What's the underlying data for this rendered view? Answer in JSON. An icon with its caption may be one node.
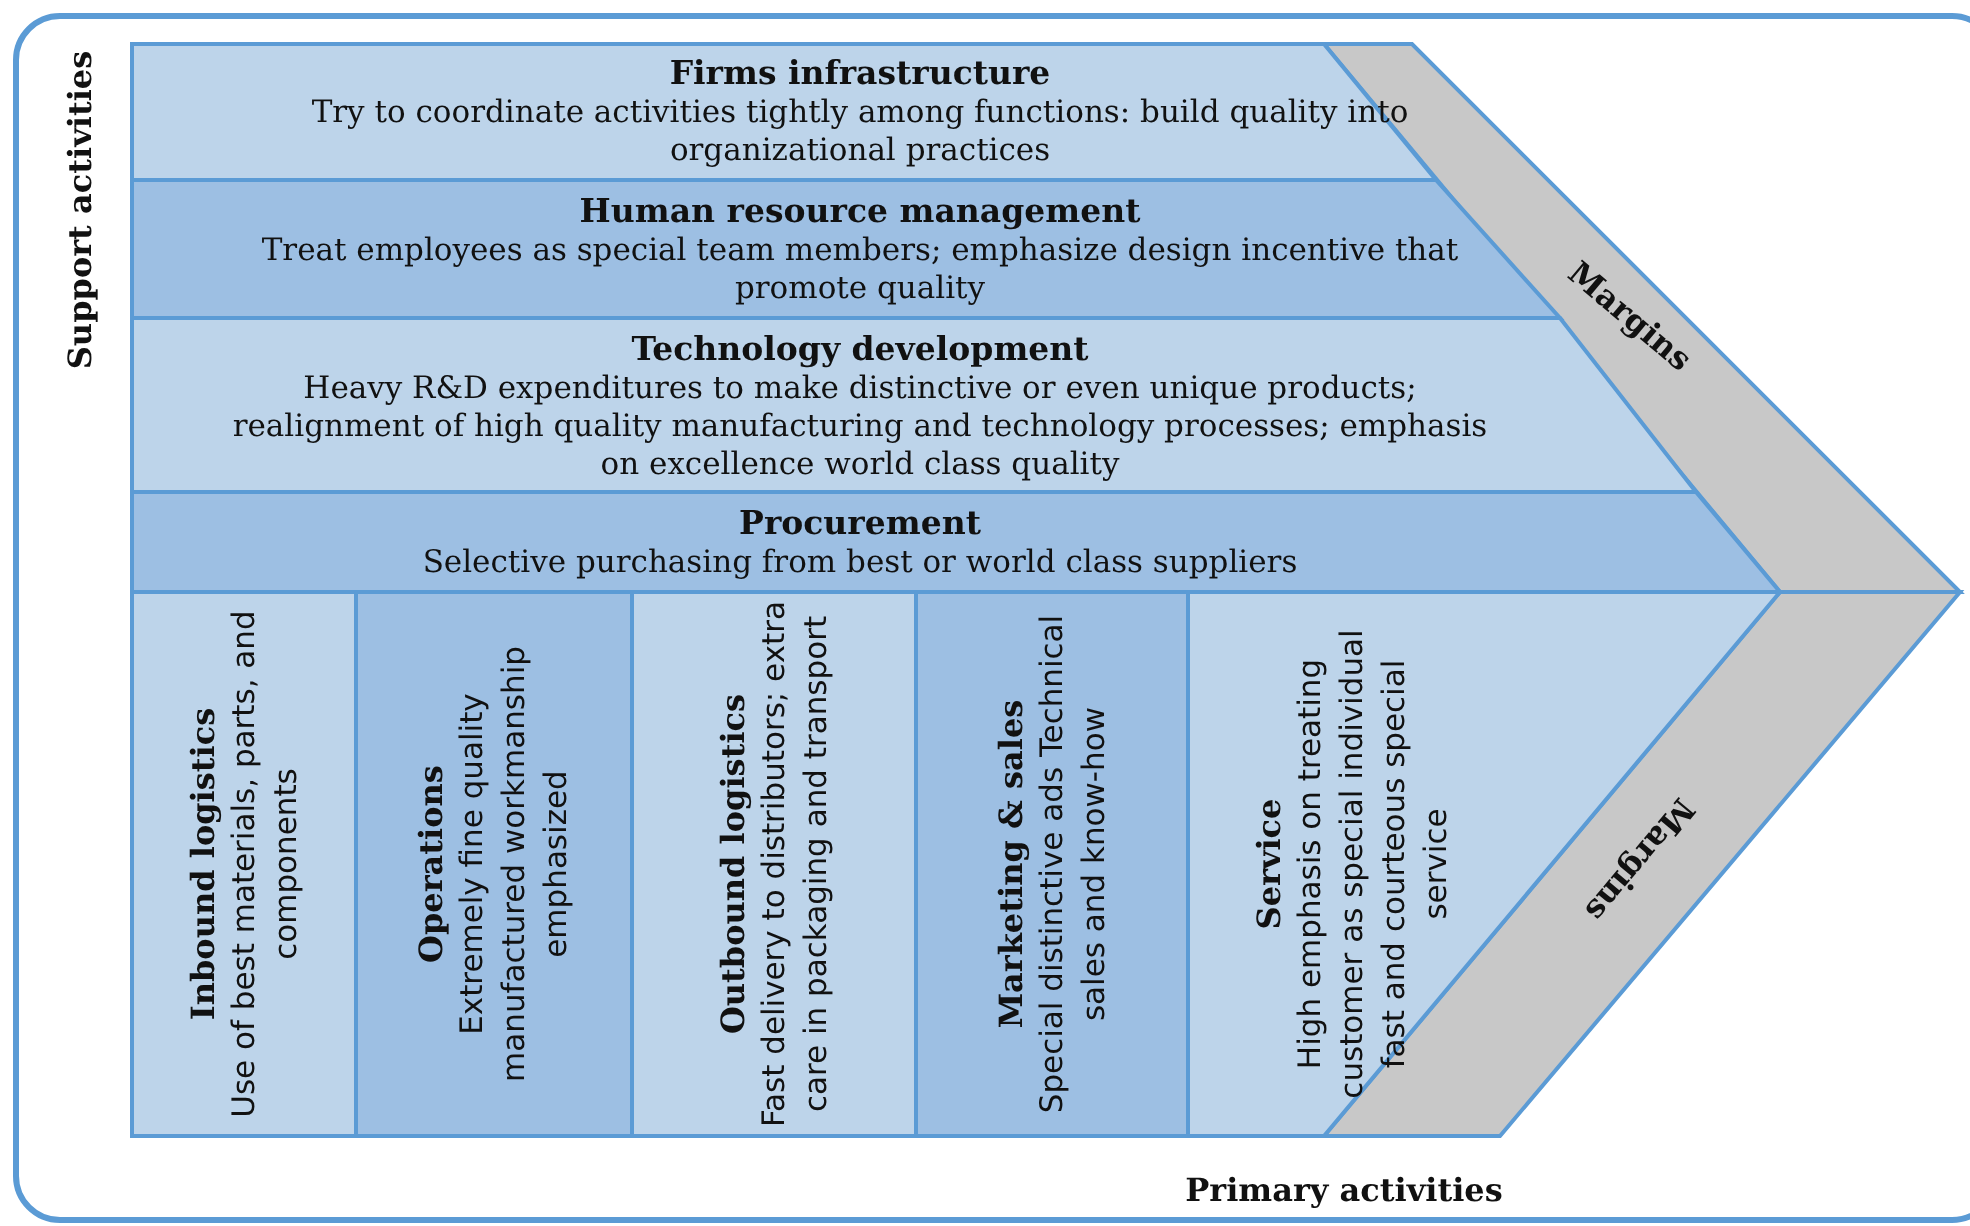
{
  "diagram": {
    "nodes": [
      {
        "text": [
          "Firms infrastructure",
          "Try to coordinate activities tightly among functions: build quality into organizational practices"
        ]
      },
      {
        "text": [
          "Human resource management",
          "Treat employees as special team members; emphasize design incentive that promote quality"
        ]
      },
      {
        "text": [
          "Technology development",
          "Heavy R&D expenditures to make distinctive or even unique products; realignment of high quality manufacturing and technology processes; emphasis on excellence world class quality"
        ]
      },
      {
        "text": [
          "Procurement",
          "Selective purchasing from best or world class suppliers"
        ]
      },
      {
        "text": [
          "Inbound logistics",
          "Use of best materials, parts, and components"
        ]
      },
      {
        "text": [
          "Operations",
          "Extremely fine quality manufactured workmanship emphasized"
        ]
      },
      {
        "text": [
          "Outbound logistics",
          "Fast delivery to distributors; extra care in packaging and transport"
        ]
      },
      {
        "text": [
          "Marketing & sales",
          "Special  distinctive ads Technical sales and know-how"
        ]
      },
      {
        "text": [
          "Service",
          "High emphasis on treating customer as special individual fast and courteous special service"
        ]
      },
      {
        "text": [
          "Margins"
        ]
      },
      {
        "text": [
          "Margins"
        ]
      }
    ],
    "edges": [],
    "labels": [
      "Support activities",
      "Primary activities"
    ]
  }
}
